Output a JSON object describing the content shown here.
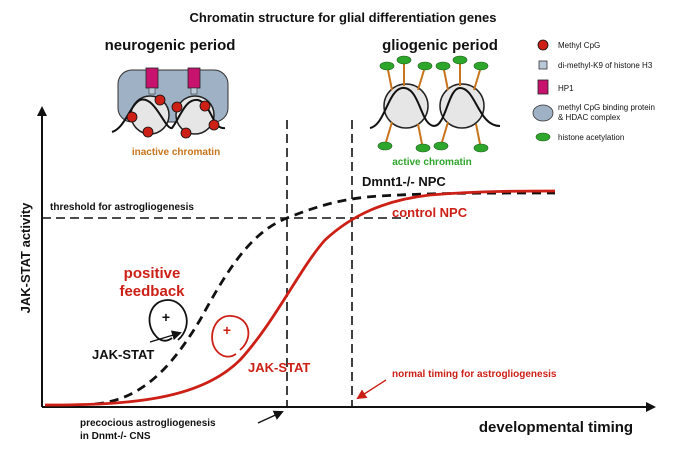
{
  "title": "Chromatin structure for glial differentiation genes",
  "periods": {
    "neurogenic": "neurogenic period",
    "gliogenic": "gliogenic period"
  },
  "chromatin": {
    "inactive": "inactive chromatin",
    "active": "active chromatin"
  },
  "legend": {
    "methyl_cpg": "Methyl CpG",
    "dimethyl_k9": "di-methyl-K9 of histone H3",
    "hp1": "HP1",
    "mbd_line1": "methyl CpG binding protein",
    "mbd_line2": "& HDAC complex",
    "acetylation": "histone acetylation"
  },
  "axes": {
    "y_label": "JAK-STAT activity",
    "x_label": "developmental timing"
  },
  "threshold_label": "threshold for astrogliogenesis",
  "curves": {
    "dnmt1": "Dmnt1-/- NPC",
    "control": "control NPC"
  },
  "feedback": {
    "line1": "positive",
    "line2": "feedback",
    "jakstat_black": "JAK-STAT",
    "jakstat_red": "JAK-STAT",
    "plus": "+"
  },
  "annotations": {
    "normal_timing": "normal timing for astrogliogenesis",
    "precocious_line1": "precocious astrogliogenesis",
    "precocious_line2": "in Dnmt-/- CNS"
  },
  "colors": {
    "red": "#cc1f16",
    "black": "#111111",
    "gray_blue": "#9fb1c4",
    "magenta": "#c8136e",
    "green": "#2ea52b",
    "orange": "#c8741c",
    "legend_square": "#b9c9d8"
  }
}
